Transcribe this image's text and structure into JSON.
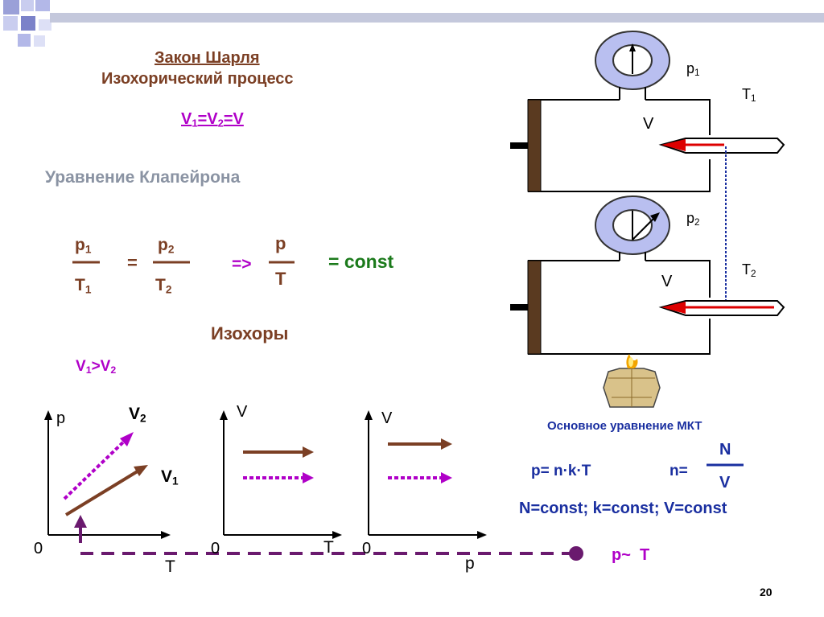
{
  "title": {
    "line1": "Закон Шарля",
    "line2": "Изохорический процесс"
  },
  "v_eq": {
    "v": "V",
    "s1": "1",
    "eq1": "=V",
    "s2": "2",
    "eq2": "=V"
  },
  "clapeyron": "Уравнение Клапейрона",
  "formula": {
    "p": "p",
    "one": "1",
    "two": "2",
    "T": "T",
    "eq": "=",
    "arrow": "=>",
    "const": "= const"
  },
  "isochores": "Изохоры",
  "v_cmp": {
    "v": "V",
    "s1": "1",
    "gt": ">V",
    "s2": "2"
  },
  "graphs": {
    "g1": {
      "ylabel": "p",
      "xlabel": "T",
      "origin": "0",
      "v2_main": "V",
      "v2_sub": "2",
      "v1_main": "V",
      "v1_sub": "1"
    },
    "g2": {
      "ylabel": "V",
      "xlabel": "T",
      "origin": "0"
    },
    "g3": {
      "ylabel": "V",
      "xlabel": "p",
      "origin": "0"
    }
  },
  "conclusion": "p~  T",
  "apparatus": {
    "p1": "p",
    "p1_sub": "1",
    "T1": "T",
    "T1_sub": "1",
    "V1": "V",
    "p2": "p",
    "p2_sub": "2",
    "T2": "T",
    "T2_sub": "2",
    "V2": "V"
  },
  "mkt": {
    "heading": "Основное уравнение МКТ",
    "eq1": "p= n·k·T",
    "n_lhs": "n=",
    "n_num": "N",
    "n_den": "V",
    "conds": "N=const; k=const; V=const"
  },
  "page_number": "20",
  "colors": {
    "brown": "#7b3f24",
    "magenta": "#b000c8",
    "green": "#1b7a1b",
    "blue": "#1a2fa0",
    "gauge": "#b9bff0",
    "burner": "#d9c28a"
  }
}
